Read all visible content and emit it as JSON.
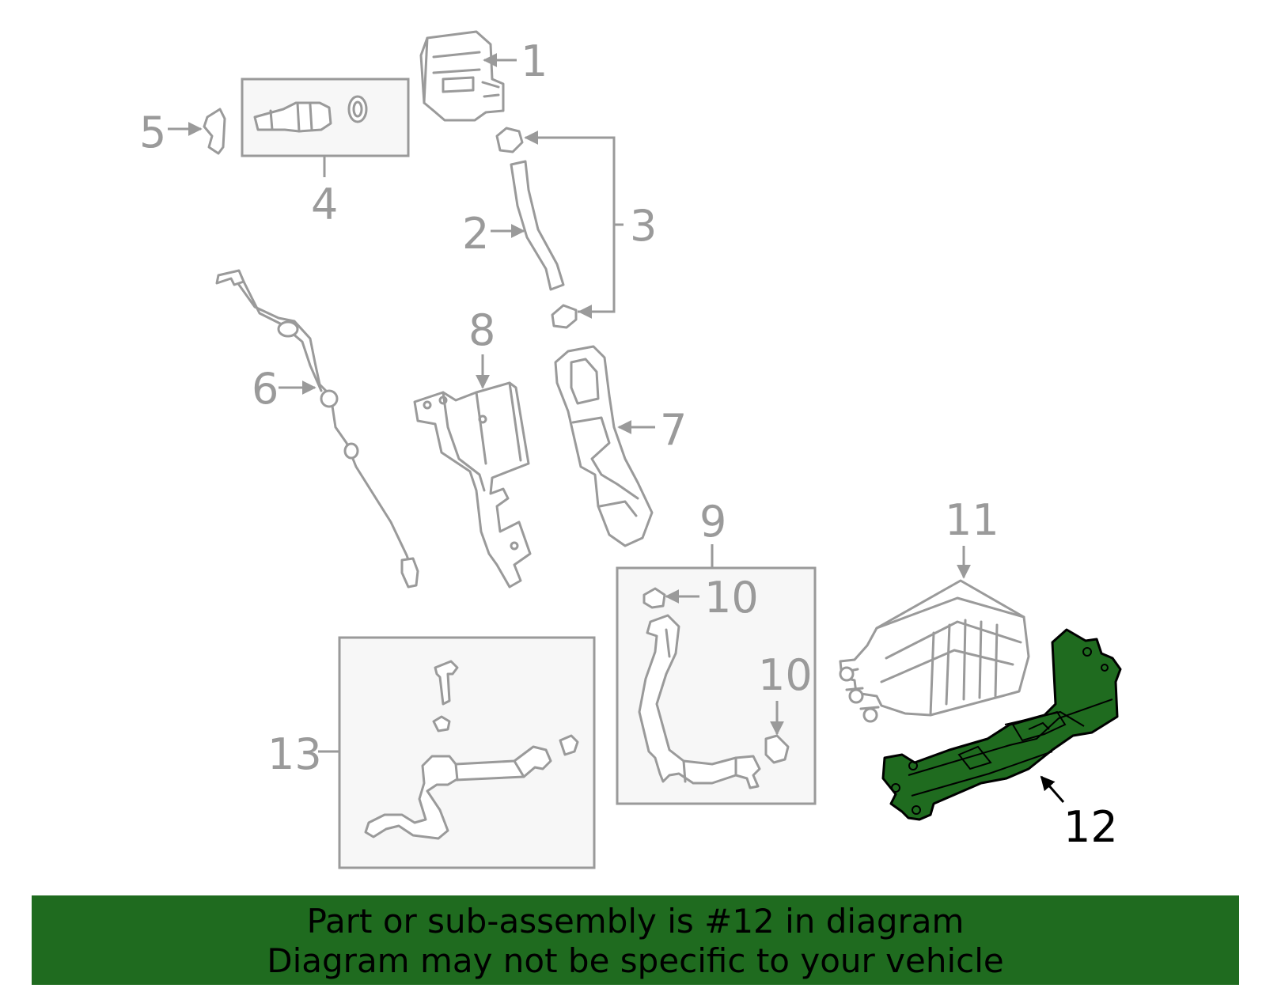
{
  "callouts": {
    "c1": "1",
    "c2": "2",
    "c3": "3",
    "c4": "4",
    "c5": "5",
    "c6": "6",
    "c7": "7",
    "c8": "8",
    "c9": "9",
    "c10a": "10",
    "c10b": "10",
    "c11": "11",
    "c12": "12",
    "c13": "13"
  },
  "highlighted_part": "12",
  "banner": {
    "line1": "Part or sub-assembly is #12 in diagram",
    "line2": "Diagram may not be specific to your vehicle"
  },
  "colors": {
    "part_stroke": "#9a9a9a",
    "highlight_fill": "#1f6b1f",
    "banner_background": "#1f6b1f",
    "banner_text": "#000000"
  }
}
